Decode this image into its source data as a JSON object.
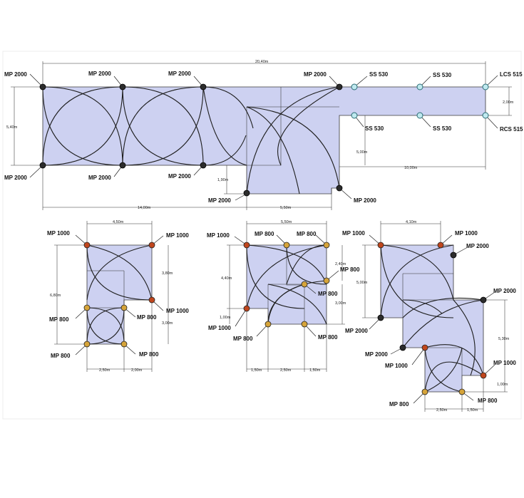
{
  "labels": {
    "mp2000": "MP 2000",
    "mp1000": "MP 1000",
    "mp800": "MP 800",
    "ss530": "SS 530",
    "lcs515": "LCS 515",
    "rcs515": "RCS 515"
  },
  "dims": {
    "d2040": "20,40m",
    "d540": "5,40m",
    "d200a": "2,00m",
    "d500a": "5,00m",
    "d1000": "10,00m",
    "d190": "1,90m",
    "d1400": "14,00m",
    "d550a": "5,50m",
    "d450": "4,50m",
    "d380": "3,80m",
    "d680": "6,80m",
    "d300a": "3,00m",
    "d250a": "2,50m",
    "d200b": "2,00m",
    "d550b": "5,50m",
    "d440": "4,40m",
    "d240": "2,40m",
    "d300b": "3,00m",
    "d100a": "1,00m",
    "d150a": "1,50m",
    "d250b": "2,50m",
    "d150b": "1,50m",
    "d410": "4,10m",
    "d500b": "5,00m",
    "d530": "5,30m",
    "d100b": "1,00m",
    "d250c": "2,50m",
    "d150c": "1,50m"
  },
  "colors": {
    "area_fill": "#cdd1f1",
    "node_black": "#2c2c2c",
    "node_red": "#c0461d",
    "node_orange": "#d6a43a",
    "node_cyan": "#bfe9ef"
  }
}
